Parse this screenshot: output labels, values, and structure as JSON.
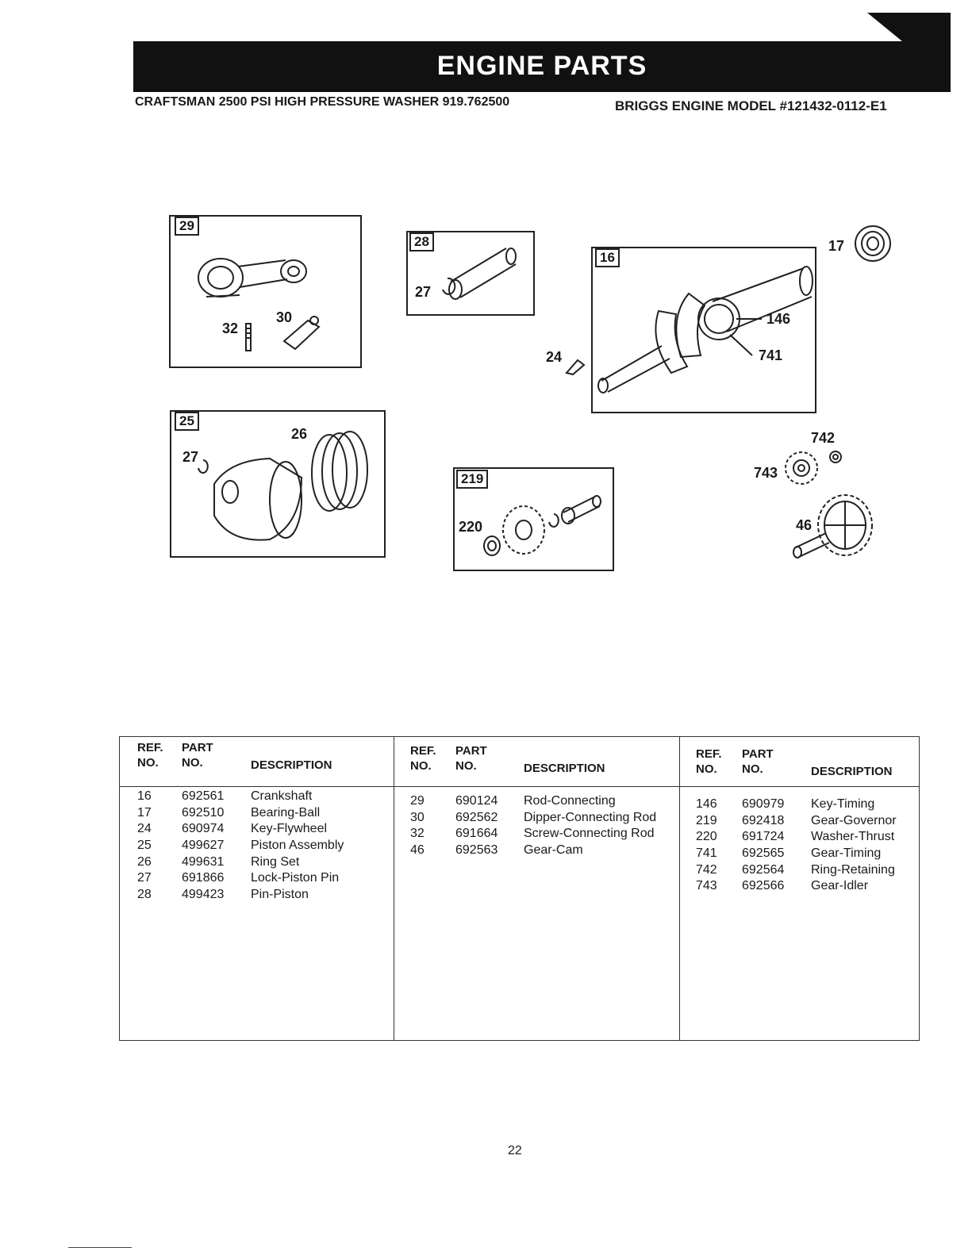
{
  "header": {
    "title": "ENGINE PARTS",
    "subtitle_left": "CRAFTSMAN 2500 PSI HIGH PRESSURE WASHER 919.762500",
    "subtitle_right": "BRIGGS ENGINE MODEL #121432-0112-E1"
  },
  "diagram": {
    "box29": {
      "tag": "29",
      "callouts": [
        "32",
        "30"
      ]
    },
    "box28": {
      "tag": "28",
      "callouts": [
        "27"
      ]
    },
    "box16": {
      "tag": "16",
      "callouts": [
        "146",
        "741"
      ]
    },
    "box25": {
      "tag": "25",
      "callouts": [
        "26",
        "27"
      ]
    },
    "box219": {
      "tag": "219",
      "callouts": [
        "220"
      ]
    },
    "loose": {
      "c17": "17",
      "c24": "24",
      "c742": "742",
      "c743": "743",
      "c46": "46"
    }
  },
  "table": {
    "headers": {
      "ref": "REF.",
      "no": "NO.",
      "part": "PART",
      "part_no": "NO.",
      "desc": "DESCRIPTION"
    },
    "columns": [
      [
        {
          "ref": "16",
          "part": "692561",
          "desc": "Crankshaft"
        },
        {
          "ref": "17",
          "part": "692510",
          "desc": "Bearing-Ball"
        },
        {
          "ref": "24",
          "part": "690974",
          "desc": "Key-Flywheel"
        },
        {
          "ref": "25",
          "part": "499627",
          "desc": "Piston Assembly"
        },
        {
          "ref": "26",
          "part": "499631",
          "desc": "Ring Set"
        },
        {
          "ref": "27",
          "part": "691866",
          "desc": "Lock-Piston Pin"
        },
        {
          "ref": "28",
          "part": "499423",
          "desc": "Pin-Piston"
        }
      ],
      [
        {
          "ref": "29",
          "part": "690124",
          "desc": "Rod-Connecting"
        },
        {
          "ref": "30",
          "part": "692562",
          "desc": "Dipper-Connecting Rod"
        },
        {
          "ref": "32",
          "part": "691664",
          "desc": "Screw-Connecting Rod"
        },
        {
          "ref": "46",
          "part": "692563",
          "desc": "Gear-Cam"
        }
      ],
      [
        {
          "ref": "146",
          "part": "690979",
          "desc": "Key-Timing"
        },
        {
          "ref": "219",
          "part": "692418",
          "desc": "Gear-Governor"
        },
        {
          "ref": "220",
          "part": "691724",
          "desc": "Washer-Thrust"
        },
        {
          "ref": "741",
          "part": "692565",
          "desc": "Gear-Timing"
        },
        {
          "ref": "742",
          "part": "692564",
          "desc": "Ring-Retaining"
        },
        {
          "ref": "743",
          "part": "692566",
          "desc": "Gear-Idler"
        }
      ]
    ]
  },
  "footer": {
    "page_number": "22"
  }
}
